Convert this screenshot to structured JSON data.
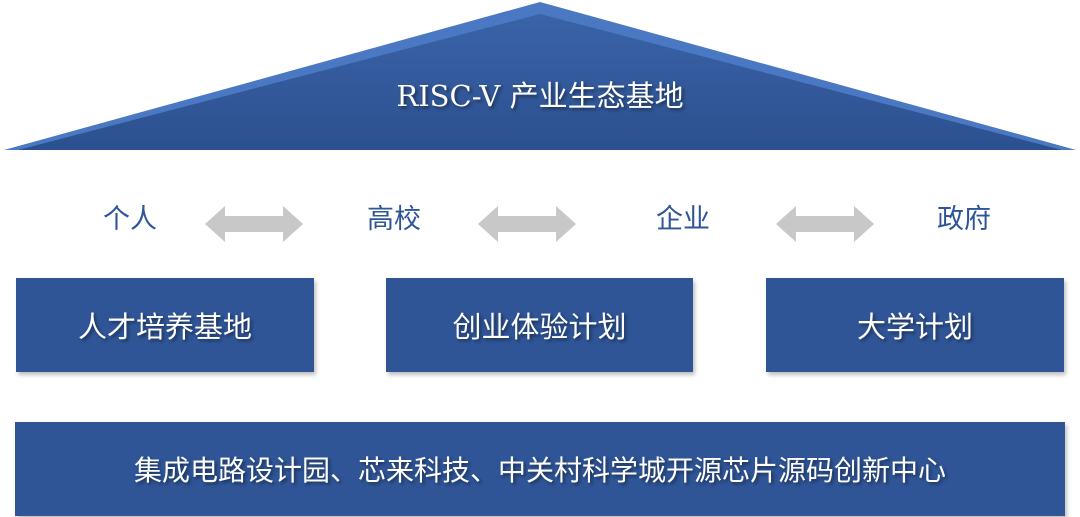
{
  "roof": {
    "title": "RISC-V 产业生态基地",
    "color": "#2f5597"
  },
  "actors": [
    {
      "label": "个人"
    },
    {
      "label": "高校"
    },
    {
      "label": "企业"
    },
    {
      "label": "政府"
    }
  ],
  "arrows": {
    "icon": "double-arrow-icon",
    "color": "#c8c8c8"
  },
  "pillars": [
    {
      "label": "人才培养基地"
    },
    {
      "label": "创业体验计划"
    },
    {
      "label": "大学计划"
    }
  ],
  "foundation": {
    "label": "集成电路设计园、芯来科技、中关村科学城开源芯片源码创新中心"
  },
  "colors": {
    "block": "#2f5597",
    "actor_text": "#2e5597",
    "block_text": "#ffffff"
  }
}
